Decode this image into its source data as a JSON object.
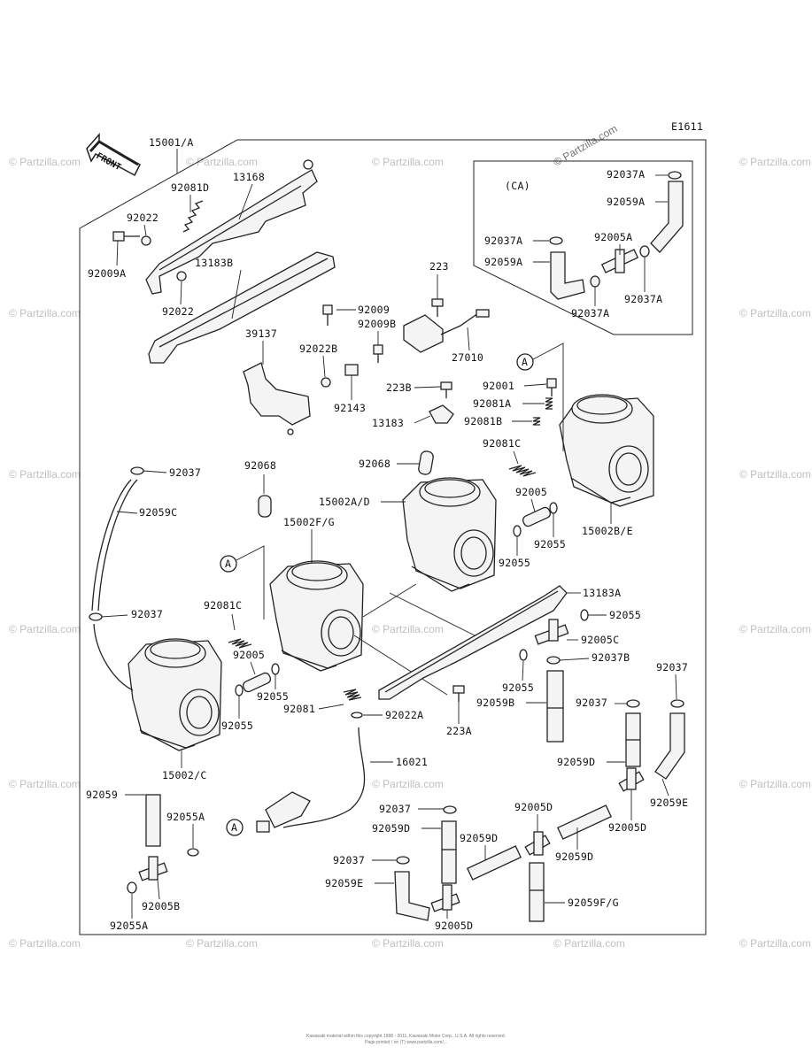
{
  "header": {
    "figure_code": "E1611",
    "front_marker": "FRONT",
    "site_credit": "© Partzilla.com"
  },
  "watermarks": {
    "text": "© Partzilla.com"
  },
  "callout_ref": "A",
  "callout_box_label": "(CA)",
  "parts": {
    "p15001A": "15001/A",
    "p92081D": "92081D",
    "p13168": "13168",
    "p92022_top": "92022",
    "p92009A": "92009A",
    "p13183B": "13183B",
    "p92022_mid": "92022",
    "p92009": "92009",
    "p92009B": "92009B",
    "p223": "223",
    "p27010": "27010",
    "p39137": "39137",
    "p92022B": "92022B",
    "p92143": "92143",
    "p223B": "223B",
    "p13183": "13183",
    "p92001": "92001",
    "p92081A": "92081A",
    "p92081B": "92081B",
    "p92081C_r": "92081C",
    "p92068_upper": "92068",
    "p92068_left": "92068",
    "p15002AD": "15002A/D",
    "p92005_r": "92005",
    "p92055_r1": "92055",
    "p92055_r2": "92055",
    "p15002BE": "15002B/E",
    "p15002FG": "15002F/G",
    "p92037_left": "92037",
    "p92059C": "92059C",
    "p92037_left2": "92037",
    "p92081C_l": "92081C",
    "p92005_l": "92005",
    "p92055_l1": "92055",
    "p92055_l2": "92055",
    "p92081": "92081",
    "p92022A": "92022A",
    "p223A": "223A",
    "p13183A": "13183A",
    "p92055_c1": "92055",
    "p92005C": "92005C",
    "p92037B": "92037B",
    "p92055_c2": "92055",
    "p92059B": "92059B",
    "p92037_c": "92037",
    "p92037_rr": "92037",
    "p15002C": "15002/C",
    "p16021": "16021",
    "p92059_l": "92059",
    "p92055A_t": "92055A",
    "p92005B": "92005B",
    "p92055A_b": "92055A",
    "p92059D_1": "92059D",
    "p92059E_r": "92059E",
    "p92005D_r": "92005D",
    "p92037_b1": "92037",
    "p92059D_2": "92059D",
    "p92005D_2": "92005D",
    "p92059D_3": "92059D",
    "p92059D_4": "92059D",
    "p92037_b2": "92037",
    "p92059E_b": "92059E",
    "p92005D_b": "92005D",
    "p92059FG": "92059F/G",
    "ca_92037A_1": "92037A",
    "ca_92059A_1": "92059A",
    "ca_92037A_2": "92037A",
    "ca_92005A": "92005A",
    "ca_92059A_2": "92059A",
    "ca_92037A_3": "92037A",
    "ca_92037A_4": "92037A"
  },
  "footer": {
    "line1": "Kawasaki material within this copyright 1998 - 2011, Kawasaki Motor Corp., U.S.A. All rights reserved.",
    "line2": "Page printed / on (T) www.partzilla.com/..."
  }
}
